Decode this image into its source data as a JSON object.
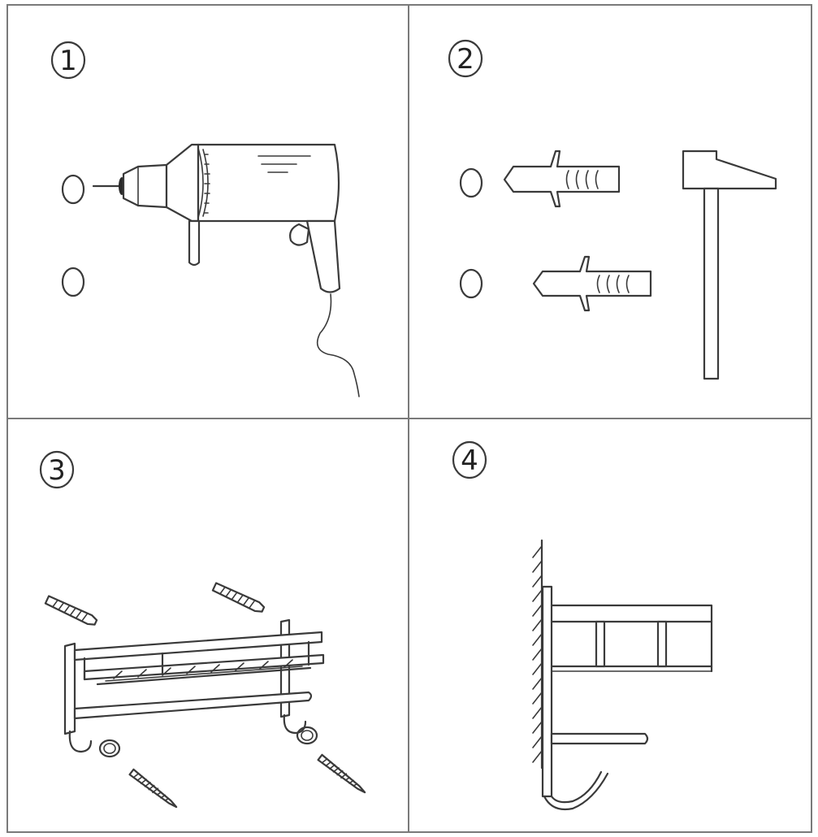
{
  "steps": [
    {
      "number": "1"
    },
    {
      "number": "2"
    },
    {
      "number": "3"
    },
    {
      "number": "4"
    }
  ],
  "icons": {
    "step1": [
      "wall-hole-icon",
      "drill-icon"
    ],
    "step2": [
      "wall-plug-icon",
      "hammer-icon"
    ],
    "step3": [
      "rack-icon",
      "screw-icon",
      "wall-plug-icon"
    ],
    "step4": [
      "wall-icon",
      "mounted-rack-icon"
    ]
  },
  "colors": {
    "line": "#3a3a3a",
    "border": "#7a7a7a",
    "background": "#ffffff"
  }
}
